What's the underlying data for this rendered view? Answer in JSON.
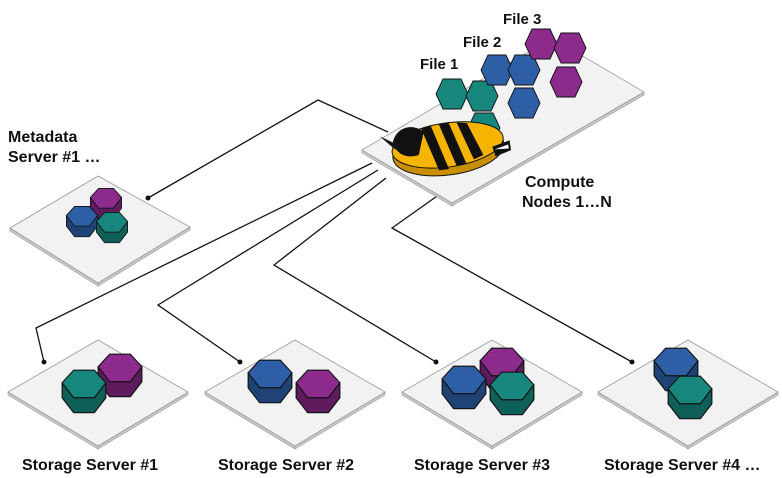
{
  "labels": {
    "metadata": [
      "Metadata",
      "Server #1 …"
    ],
    "compute": [
      "Compute",
      "Nodes 1…N"
    ],
    "files": [
      "File 1",
      "File 2",
      "File 3"
    ],
    "storage": [
      "Storage Server #1",
      "Storage Server #2",
      "Storage Server #3",
      "Storage Server #4 …"
    ]
  },
  "colors": {
    "teal": "#17867c",
    "blue": "#2e5fa6",
    "purple": "#8c2b8c",
    "bee_yellow": "#f5b400"
  },
  "icons": [
    "bee-mascot-icon",
    "hexagon-block-icon"
  ]
}
